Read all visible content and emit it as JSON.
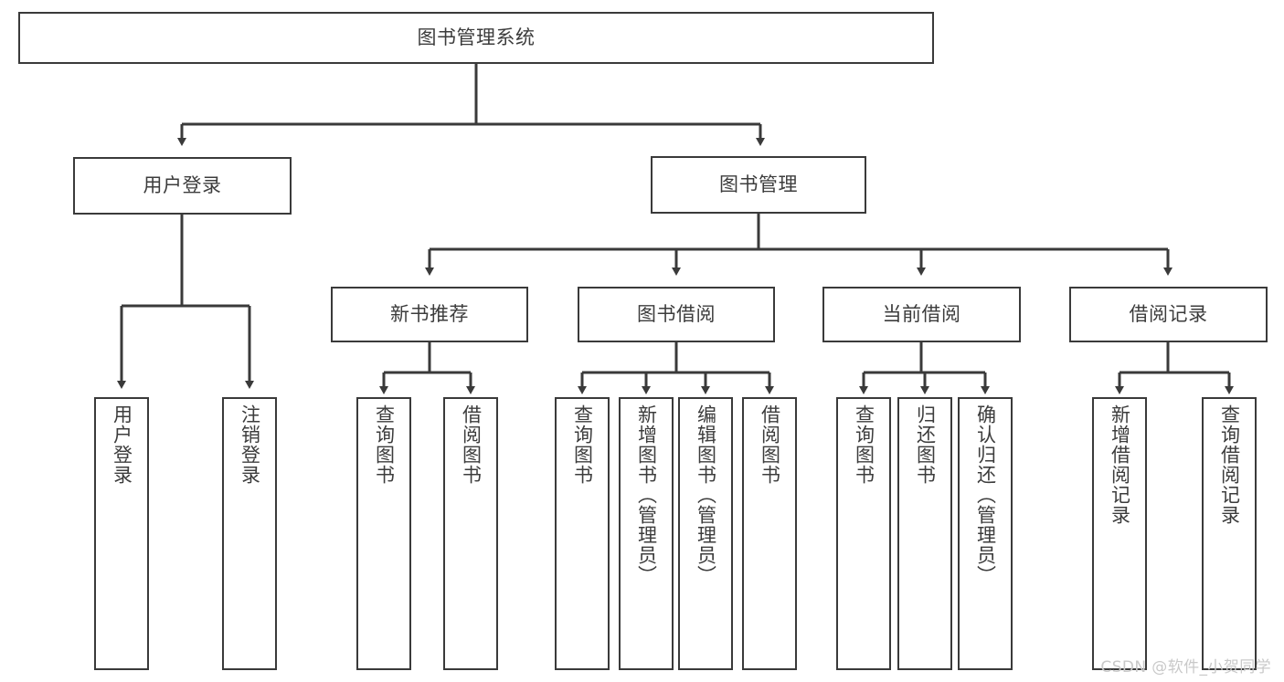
{
  "diagram": {
    "title": "图书管理系统",
    "line_color": "#3a3a3a",
    "box_fill": "#ffffff",
    "text_color": "#3c3c3c",
    "watermark": "CSDN @软件_小贺同学",
    "nodes": {
      "root": "图书管理系统",
      "level2": {
        "user_login": "用户登录",
        "book_manage": "图书管理"
      },
      "level3": {
        "new_book_rec": "新书推荐",
        "book_borrow": "图书借阅",
        "current_borrow": "当前借阅",
        "borrow_record": "借阅记录"
      },
      "leaves": {
        "user_login_1": "用户登录",
        "user_login_2": "注销登录",
        "new_book_rec_1": "查询图书",
        "new_book_rec_2": "借阅图书",
        "book_borrow_1": "查询图书",
        "book_borrow_2": "新增图书（管理员）",
        "book_borrow_3": "编辑图书（管理员）",
        "book_borrow_4": "借阅图书",
        "current_borrow_1": "查询图书",
        "current_borrow_2": "归还图书",
        "current_borrow_3": "确认归还（管理员）",
        "borrow_record_1": "新增借阅记录",
        "borrow_record_2": "查询借阅记录"
      }
    }
  }
}
